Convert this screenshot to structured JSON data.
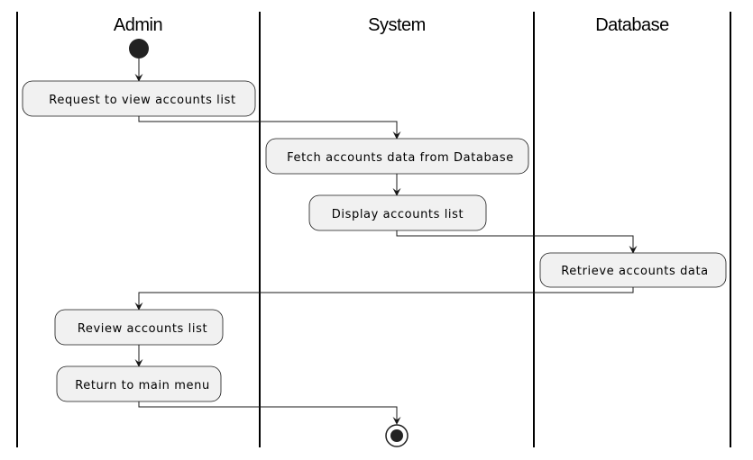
{
  "swimlanes": [
    {
      "id": "admin",
      "title": "Admin"
    },
    {
      "id": "system",
      "title": "System"
    },
    {
      "id": "database",
      "title": "Database"
    }
  ],
  "actions": [
    {
      "id": "request",
      "lane": "admin",
      "label": "Request to view accounts list"
    },
    {
      "id": "fetch",
      "lane": "system",
      "label": "Fetch accounts data from Database"
    },
    {
      "id": "display",
      "lane": "system",
      "label": "Display accounts list"
    },
    {
      "id": "retrieve",
      "lane": "database",
      "label": "Retrieve accounts data"
    },
    {
      "id": "review",
      "lane": "admin",
      "label": "Review accounts list"
    },
    {
      "id": "return",
      "lane": "admin",
      "label": "Return to main menu"
    }
  ],
  "flows": [
    {
      "from": "start",
      "to": "request"
    },
    {
      "from": "request",
      "to": "fetch"
    },
    {
      "from": "fetch",
      "to": "display"
    },
    {
      "from": "display",
      "to": "retrieve"
    },
    {
      "from": "retrieve",
      "to": "review"
    },
    {
      "from": "review",
      "to": "return"
    },
    {
      "from": "return",
      "to": "end"
    }
  ]
}
